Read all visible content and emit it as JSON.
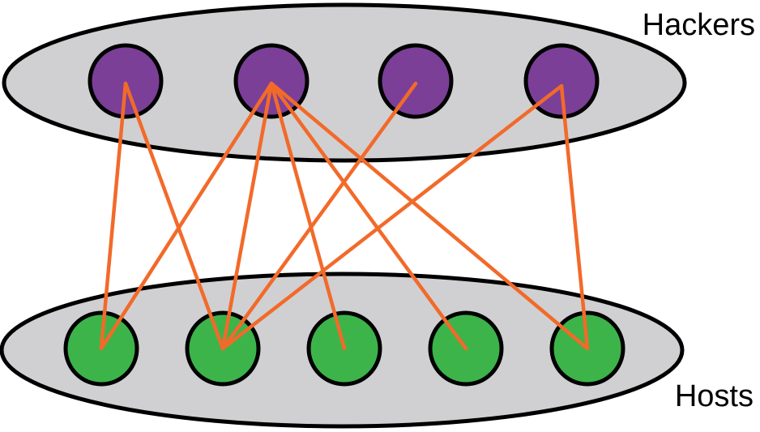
{
  "labels": {
    "top_group": "Hackers",
    "bottom_group": "Hosts"
  },
  "colors": {
    "group_fill": "#d0d0d2",
    "outline": "#000000",
    "hacker_node": "#7b3f98",
    "host_node": "#3cb44a",
    "edge": "#f26a2a"
  },
  "groups": {
    "hackers": {
      "count": 4
    },
    "hosts": {
      "count": 5
    }
  },
  "edges": [
    {
      "hacker": 0,
      "host": 0
    },
    {
      "hacker": 0,
      "host": 1
    },
    {
      "hacker": 1,
      "host": 0
    },
    {
      "hacker": 1,
      "host": 1
    },
    {
      "hacker": 1,
      "host": 2
    },
    {
      "hacker": 1,
      "host": 3
    },
    {
      "hacker": 1,
      "host": 4
    },
    {
      "hacker": 2,
      "host": 1
    },
    {
      "hacker": 3,
      "host": 1
    },
    {
      "hacker": 3,
      "host": 4
    }
  ]
}
